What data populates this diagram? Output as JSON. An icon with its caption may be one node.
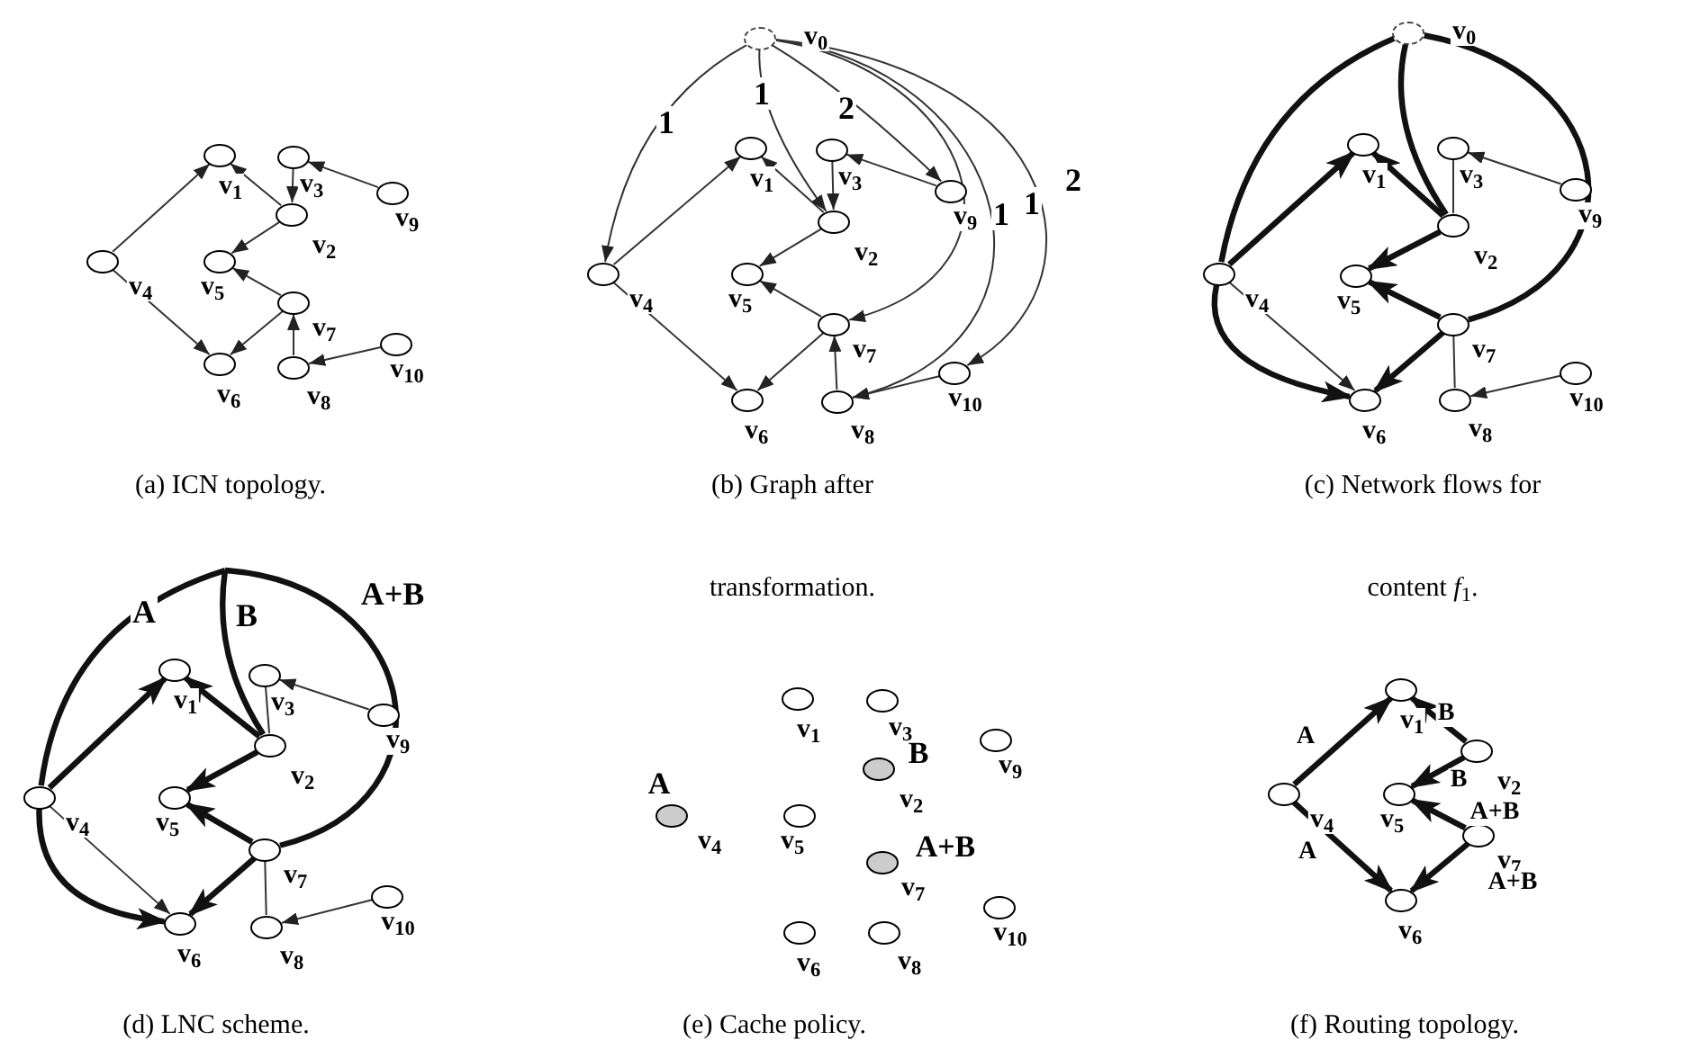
{
  "diagram": {
    "nodes": [
      {
        "text": [],
        "shape": "circle",
        "beside": [
          "v$_{1}$"
        ]
      },
      {
        "text": [],
        "shape": "circle",
        "beside": [
          "v$_{2}$"
        ]
      },
      {
        "text": [],
        "shape": "circle",
        "beside": [
          "v$_{3}$"
        ]
      },
      {
        "text": [],
        "shape": "circle",
        "beside": [
          "v$_{4}$"
        ]
      },
      {
        "text": [],
        "shape": "circle",
        "beside": [
          "v$_{5}$"
        ]
      },
      {
        "text": [],
        "shape": "circle",
        "beside": [
          "v$_{6}$"
        ]
      },
      {
        "text": [],
        "shape": "circle",
        "beside": [
          "v$_{7}$"
        ]
      },
      {
        "text": [],
        "shape": "circle",
        "beside": [
          "v$_{8}$"
        ]
      },
      {
        "text": [],
        "shape": "circle",
        "beside": [
          "v$_{9}$"
        ]
      },
      {
        "text": [],
        "shape": "circle",
        "beside": [
          "v$_{10}$"
        ]
      },
      {
        "text": [],
        "shape": "circle",
        "beside": [
          "v$_{0}$"
        ]
      },
      {
        "text": [],
        "shape": "circle",
        "beside": [
          "v$_{1}$"
        ]
      },
      {
        "text": [],
        "shape": "circle",
        "beside": [
          "v$_{2}$"
        ]
      },
      {
        "text": [],
        "shape": "circle",
        "beside": [
          "v$_{3}$"
        ]
      },
      {
        "text": [],
        "shape": "circle",
        "beside": [
          "v$_{4}$"
        ]
      },
      {
        "text": [],
        "shape": "circle",
        "beside": [
          "v$_{5}$"
        ]
      },
      {
        "text": [],
        "shape": "circle",
        "beside": [
          "v$_{6}$"
        ]
      },
      {
        "text": [],
        "shape": "circle",
        "beside": [
          "v$_{7}$"
        ]
      },
      {
        "text": [],
        "shape": "circle",
        "beside": [
          "v$_{8}$"
        ]
      },
      {
        "text": [],
        "shape": "circle",
        "beside": [
          "v$_{9}$"
        ]
      },
      {
        "text": [],
        "shape": "circle",
        "beside": [
          "v$_{10}$"
        ]
      },
      {
        "text": [],
        "shape": "circle",
        "beside": [
          "v$_{0}$"
        ]
      },
      {
        "text": [],
        "shape": "circle",
        "beside": [
          "v$_{1}$"
        ]
      },
      {
        "text": [],
        "shape": "circle",
        "beside": [
          "v$_{2}$"
        ]
      },
      {
        "text": [],
        "shape": "circle",
        "beside": [
          "v$_{3}$"
        ]
      },
      {
        "text": [],
        "shape": "circle",
        "beside": [
          "v$_{4}$"
        ]
      },
      {
        "text": [],
        "shape": "circle",
        "beside": [
          "v$_{5}$"
        ]
      },
      {
        "text": [],
        "shape": "circle",
        "beside": [
          "v$_{6}$"
        ]
      },
      {
        "text": [],
        "shape": "circle",
        "beside": [
          "v$_{7}$"
        ]
      },
      {
        "text": [],
        "shape": "circle",
        "beside": [
          "v$_{8}$"
        ]
      },
      {
        "text": [],
        "shape": "circle",
        "beside": [
          "v$_{9}$"
        ]
      },
      {
        "text": [],
        "shape": "circle",
        "beside": [
          "v$_{10}$"
        ]
      },
      {
        "text": [],
        "shape": "circle",
        "beside": [
          "v$_{1}$"
        ]
      },
      {
        "text": [],
        "shape": "circle",
        "beside": [
          "v$_{2}$"
        ]
      },
      {
        "text": [],
        "shape": "circle",
        "beside": [
          "v$_{3}$"
        ]
      },
      {
        "text": [],
        "shape": "circle",
        "beside": [
          "v$_{4}$"
        ]
      },
      {
        "text": [],
        "shape": "circle",
        "beside": [
          "v$_{5}$"
        ]
      },
      {
        "text": [],
        "shape": "circle",
        "beside": [
          "v$_{6}$"
        ]
      },
      {
        "text": [],
        "shape": "circle",
        "beside": [
          "v$_{7}$"
        ]
      },
      {
        "text": [],
        "shape": "circle",
        "beside": [
          "v$_{8}$"
        ]
      },
      {
        "text": [],
        "shape": "circle",
        "beside": [
          "v$_{9}$"
        ]
      },
      {
        "text": [],
        "shape": "circle",
        "beside": [
          "v$_{10}$"
        ]
      },
      {
        "text": [],
        "shape": "circle",
        "beside": [
          "v$_{1}$"
        ]
      },
      {
        "text": [],
        "shape": "circle",
        "beside": [
          "B",
          "v$_{2}$"
        ]
      },
      {
        "text": [],
        "shape": "circle",
        "beside": [
          "v$_{3}$"
        ]
      },
      {
        "text": [],
        "shape": "circle",
        "beside": [
          "A",
          "v$_{4}$"
        ]
      },
      {
        "text": [],
        "shape": "circle",
        "beside": [
          "v$_{5}$"
        ]
      },
      {
        "text": [],
        "shape": "circle",
        "beside": [
          "v$_{6}$"
        ]
      },
      {
        "text": [],
        "shape": "circle",
        "beside": [
          "A+B",
          "v$_{7}$"
        ]
      },
      {
        "text": [],
        "shape": "circle",
        "beside": [
          "v$_{8}$"
        ]
      },
      {
        "text": [],
        "shape": "circle",
        "beside": [
          "v$_{9}$"
        ]
      },
      {
        "text": [],
        "shape": "circle",
        "beside": [
          "v$_{10}$"
        ]
      },
      {
        "text": [],
        "shape": "circle",
        "beside": [
          "v$_{1}$"
        ]
      },
      {
        "text": [],
        "shape": "circle",
        "beside": [
          "v$_{2}$"
        ]
      },
      {
        "text": [],
        "shape": "circle",
        "beside": [
          "v$_{4}$"
        ]
      },
      {
        "text": [],
        "shape": "circle",
        "beside": [
          "v$_{5}$"
        ]
      },
      {
        "text": [],
        "shape": "circle",
        "beside": [
          "v$_{6}$"
        ]
      },
      {
        "text": [],
        "shape": "circle",
        "beside": [
          "v$_{7}$"
        ]
      }
    ],
    "edges": [
      {
        "from": 3,
        "to": 0,
        "arrow": "to"
      },
      {
        "from": 1,
        "to": 0,
        "arrow": "to"
      },
      {
        "from": 2,
        "to": 1,
        "arrow": "to"
      },
      {
        "from": 8,
        "to": 2,
        "arrow": "to"
      },
      {
        "from": 1,
        "to": 4,
        "arrow": "to"
      },
      {
        "from": 3,
        "to": 5,
        "arrow": "to"
      },
      {
        "from": 6,
        "to": 4,
        "arrow": "to"
      },
      {
        "from": 6,
        "to": 5,
        "arrow": "to"
      },
      {
        "from": 7,
        "to": 6,
        "arrow": "to"
      },
      {
        "from": 9,
        "to": 7,
        "arrow": "to"
      },
      {
        "from": 14,
        "to": 11,
        "arrow": "to"
      },
      {
        "from": 12,
        "to": 11,
        "arrow": "to"
      },
      {
        "from": 13,
        "to": 12,
        "arrow": "to"
      },
      {
        "from": 19,
        "to": 13,
        "arrow": "to"
      },
      {
        "from": 12,
        "to": 15,
        "arrow": "to"
      },
      {
        "from": 14,
        "to": 16,
        "arrow": "to"
      },
      {
        "from": 17,
        "to": 15,
        "arrow": "to"
      },
      {
        "from": 17,
        "to": 16,
        "arrow": "to"
      },
      {
        "from": 18,
        "to": 17,
        "arrow": "to"
      },
      {
        "from": 20,
        "to": 18,
        "arrow": "to"
      },
      {
        "from": 10,
        "to": 14,
        "arrow": "to",
        "label": "1"
      },
      {
        "from": 10,
        "to": 12,
        "arrow": "to",
        "label": "1"
      },
      {
        "from": 10,
        "to": 19,
        "arrow": "to",
        "label": "2"
      },
      {
        "from": 10,
        "to": 17,
        "arrow": "to",
        "label": "1"
      },
      {
        "from": 10,
        "to": 18,
        "arrow": "to",
        "label": "1"
      },
      {
        "from": 10,
        "to": 20,
        "arrow": "to",
        "label": "2"
      },
      {
        "from": 25,
        "to": 22,
        "arrow": "to"
      },
      {
        "from": 23,
        "to": 22,
        "arrow": "to"
      },
      {
        "from": 24,
        "to": 23,
        "arrow": "none"
      },
      {
        "from": 30,
        "to": 24,
        "arrow": "to"
      },
      {
        "from": 23,
        "to": 26,
        "arrow": "to"
      },
      {
        "from": 25,
        "to": 27,
        "arrow": "to"
      },
      {
        "from": 28,
        "to": 26,
        "arrow": "to"
      },
      {
        "from": 28,
        "to": 27,
        "arrow": "to"
      },
      {
        "from": 29,
        "to": 28,
        "arrow": "none"
      },
      {
        "from": 31,
        "to": 29,
        "arrow": "to"
      },
      {
        "from": 21,
        "to": 25,
        "arrow": "none",
        "style": "thick"
      },
      {
        "from": 21,
        "to": 23,
        "arrow": "none",
        "style": "thick"
      },
      {
        "from": 21,
        "to": 28,
        "arrow": "none",
        "style": "thick"
      },
      {
        "from": 25,
        "to": 22,
        "arrow": "to",
        "style": "thick"
      },
      {
        "from": 23,
        "to": 22,
        "arrow": "to",
        "style": "thick"
      },
      {
        "from": 25,
        "to": 27,
        "arrow": "to",
        "style": "thick"
      },
      {
        "from": 23,
        "to": 26,
        "arrow": "to",
        "style": "thick"
      },
      {
        "from": 28,
        "to": 26,
        "arrow": "to",
        "style": "thick"
      },
      {
        "from": 28,
        "to": 27,
        "arrow": "to",
        "style": "thick"
      },
      {
        "from": 35,
        "to": 32,
        "arrow": "to"
      },
      {
        "from": 33,
        "to": 32,
        "arrow": "to"
      },
      {
        "from": 34,
        "to": 33,
        "arrow": "none"
      },
      {
        "from": 40,
        "to": 34,
        "arrow": "to"
      },
      {
        "from": 33,
        "to": 36,
        "arrow": "to"
      },
      {
        "from": 35,
        "to": 37,
        "arrow": "to"
      },
      {
        "from": 38,
        "to": 36,
        "arrow": "to"
      },
      {
        "from": 38,
        "to": 37,
        "arrow": "to"
      },
      {
        "from": 39,
        "to": 38,
        "arrow": "none"
      },
      {
        "from": 41,
        "to": 39,
        "arrow": "to"
      },
      {
        "from": null,
        "to": 35,
        "arrow": "none",
        "style": "thick",
        "label": "A"
      },
      {
        "from": null,
        "to": 33,
        "arrow": "none",
        "style": "thick",
        "label": "B"
      },
      {
        "from": null,
        "to": 38,
        "arrow": "none",
        "style": "thick",
        "label": "A+B"
      },
      {
        "from": 35,
        "to": 32,
        "arrow": "to",
        "style": "thick"
      },
      {
        "from": 33,
        "to": 32,
        "arrow": "to",
        "style": "thick"
      },
      {
        "from": 35,
        "to": 37,
        "arrow": "to",
        "style": "thick"
      },
      {
        "from": 33,
        "to": 36,
        "arrow": "to",
        "style": "thick"
      },
      {
        "from": 38,
        "to": 36,
        "arrow": "to",
        "style": "thick"
      },
      {
        "from": 38,
        "to": 37,
        "arrow": "to",
        "style": "thick"
      },
      {
        "from": 54,
        "to": 52,
        "arrow": "to",
        "style": "thick",
        "label": "A"
      },
      {
        "from": 53,
        "to": 52,
        "arrow": "to",
        "style": "thick",
        "label": "B"
      },
      {
        "from": 53,
        "to": 55,
        "arrow": "to",
        "style": "thick",
        "label": "B"
      },
      {
        "from": 57,
        "to": 55,
        "arrow": "to",
        "style": "thick",
        "label": "A+B"
      },
      {
        "from": 54,
        "to": 56,
        "arrow": "to",
        "style": "thick",
        "label": "A"
      },
      {
        "from": 57,
        "to": 56,
        "arrow": "to",
        "style": "thick",
        "label": "A+B"
      }
    ],
    "labels": [
      "(a) ICN topology.",
      "(b) Graph after transformation.",
      "(c) Network flows for content *f*$_{1}$.",
      "(d) LNC scheme.",
      "(e) Cache policy.",
      "(f) Routing topology."
    ]
  }
}
